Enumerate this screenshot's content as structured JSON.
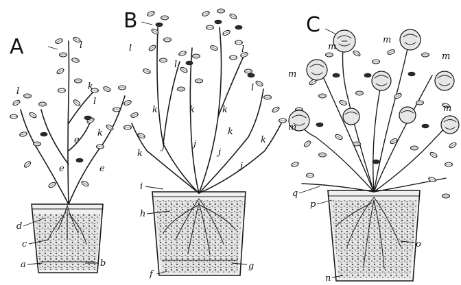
{
  "panels": [
    {
      "id": "A",
      "letter": "A",
      "labels": {
        "l1": "l",
        "l2": "l",
        "l3": "l",
        "k1": "k",
        "k2": "k",
        "e1": "e",
        "e2": "e",
        "e3": "e",
        "d": "d",
        "c": "c",
        "a": "a",
        "b": "b"
      }
    },
    {
      "id": "B",
      "letter": "B",
      "labels": {
        "l1": "l",
        "l2": "l",
        "l3": "l",
        "l4": "l",
        "k1": "k",
        "k2": "k",
        "k3": "k",
        "k4": "k",
        "k5": "k",
        "k6": "k",
        "j1": "j",
        "j2": "j",
        "j3": "j",
        "j4": "j",
        "i": "i",
        "h": "h",
        "f": "f",
        "g": "g"
      }
    },
    {
      "id": "C",
      "letter": "C",
      "labels": {
        "m1": "m",
        "m2": "m",
        "m3": "m",
        "m4": "m",
        "m5": "m",
        "m6": "m",
        "q": "q",
        "p": "p",
        "o": "o",
        "n": "n"
      }
    }
  ]
}
